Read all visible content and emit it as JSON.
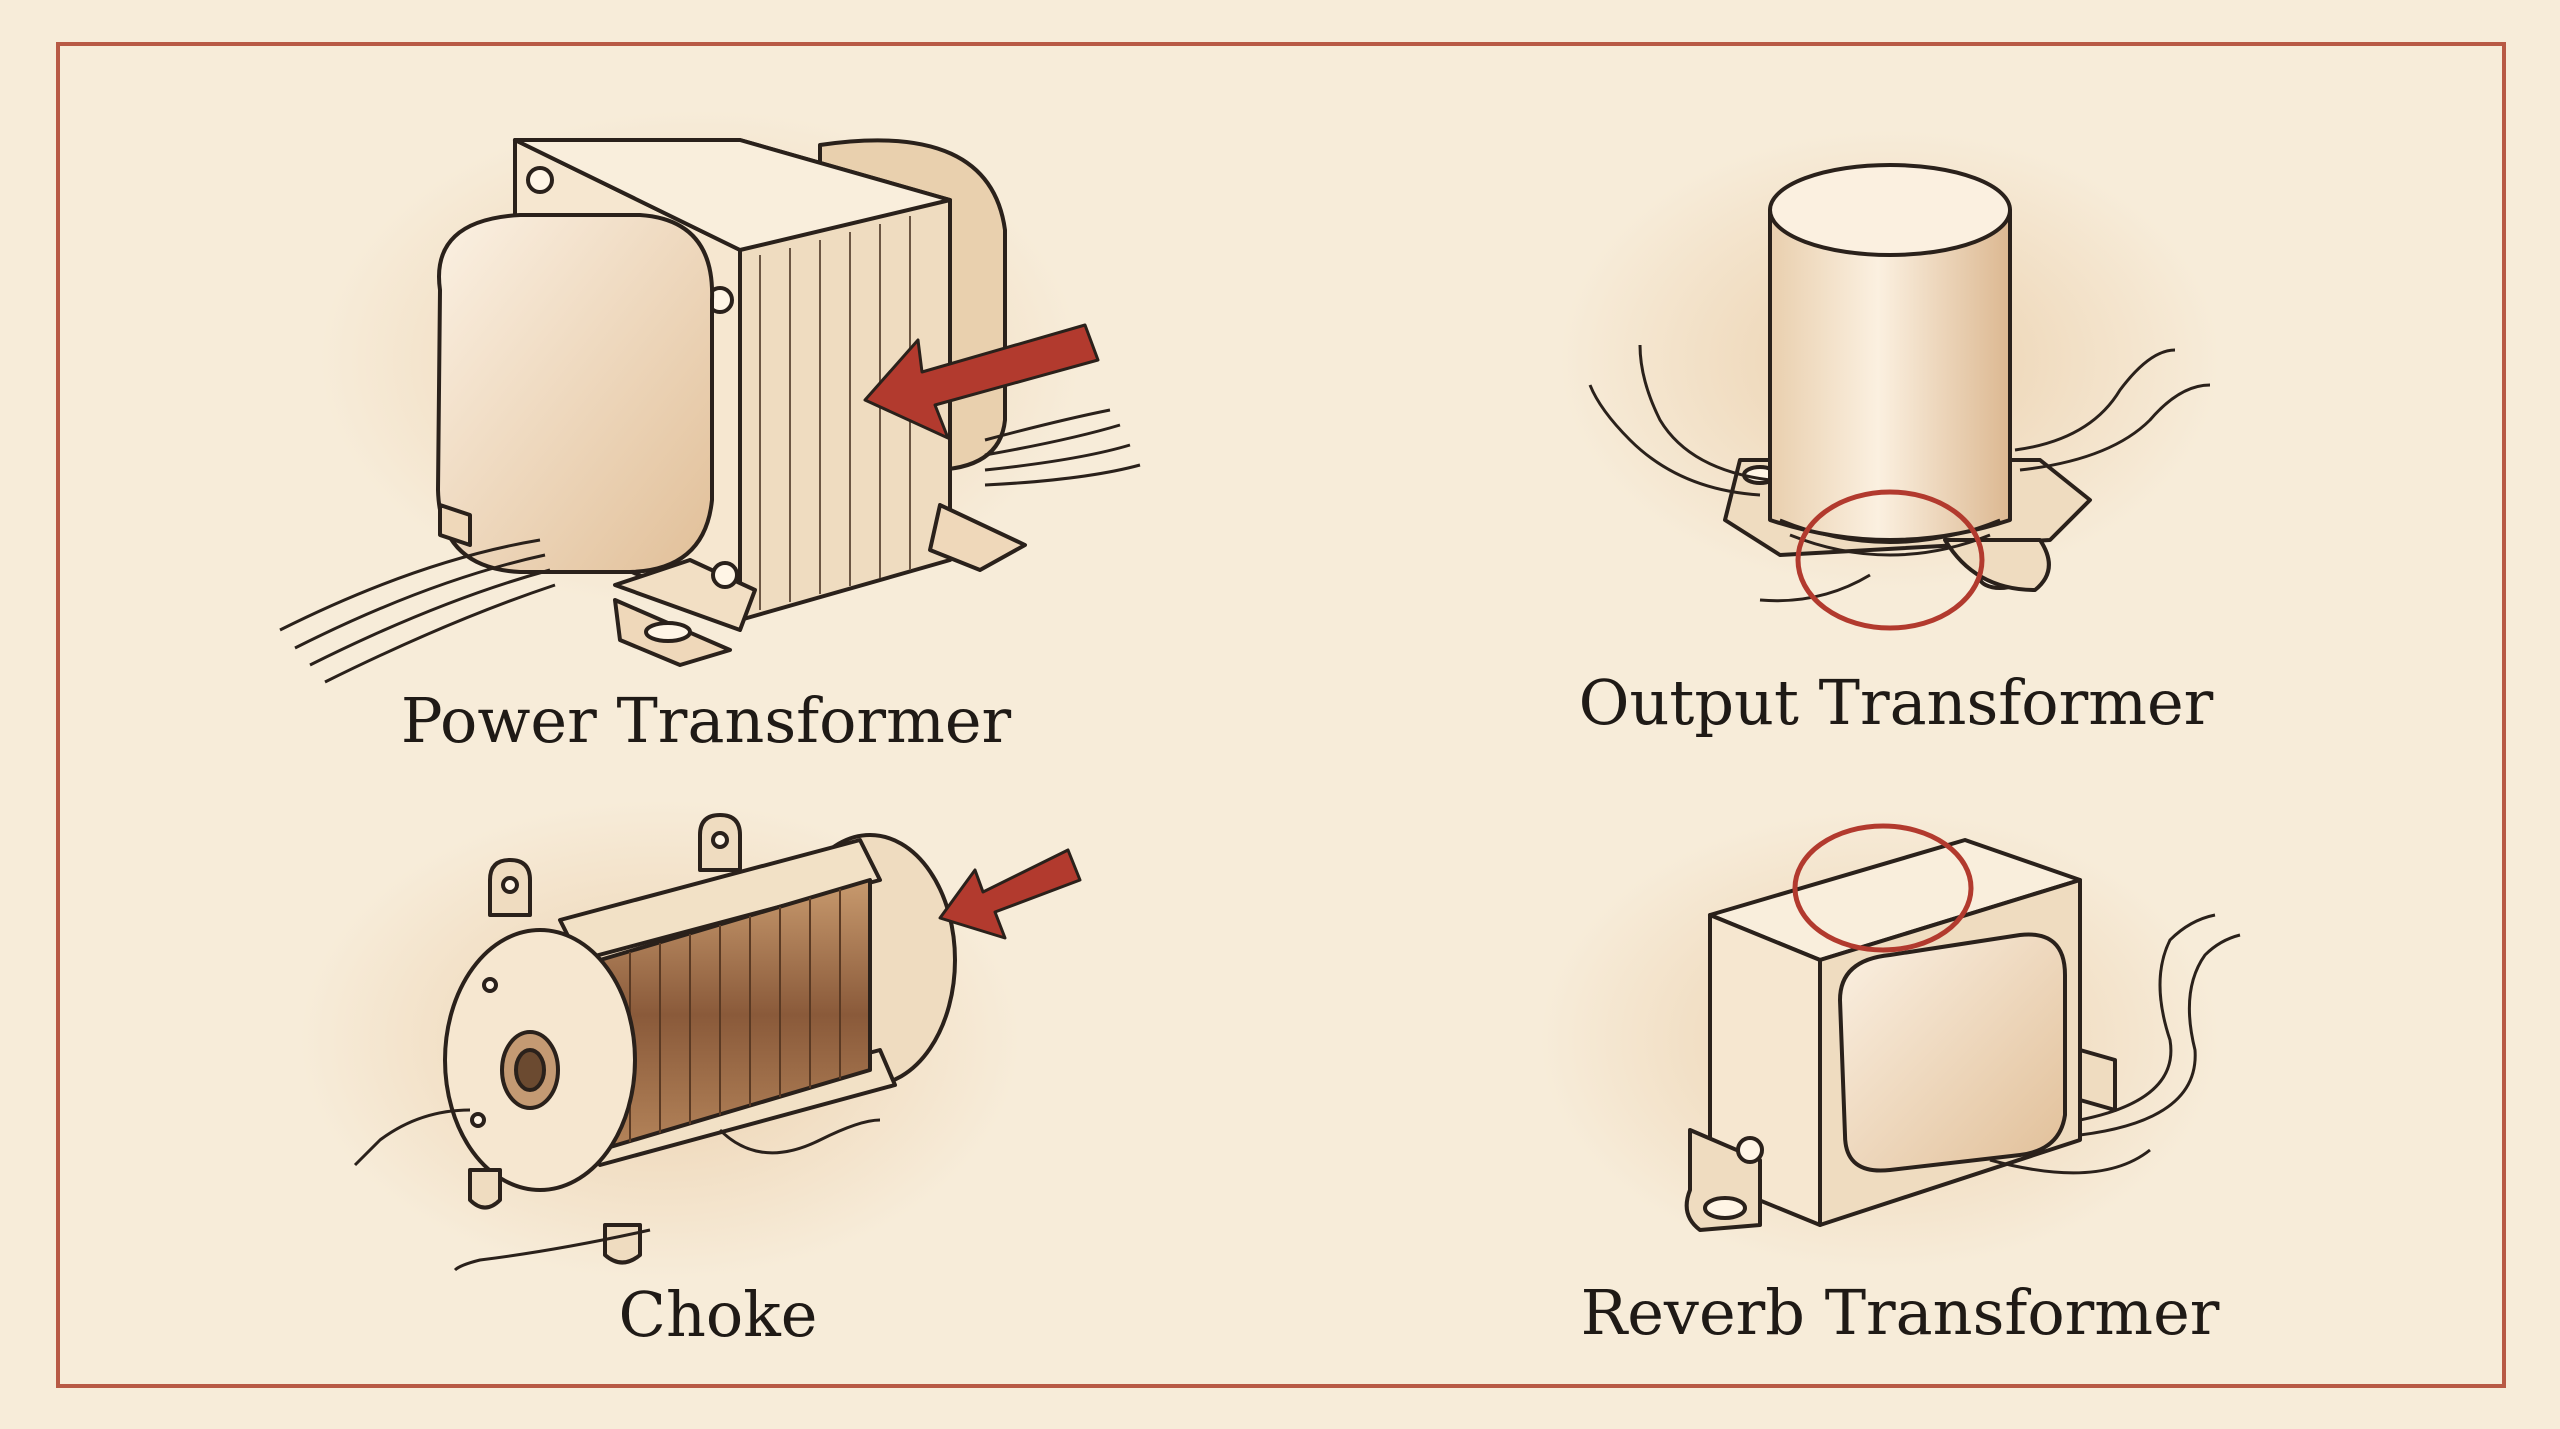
{
  "colors": {
    "paper": "#f7ecd9",
    "frame": "#b85a45",
    "ink": "#2a211b",
    "shade": "#e8cba6",
    "accent": "#b23a2e"
  },
  "labels": {
    "power": "Power Transformer",
    "output": "Output Transformer",
    "choke": "Choke",
    "reverb": "Reverb Transformer"
  },
  "markers": {
    "power": "arrow",
    "output": "circle",
    "choke": "arrow",
    "reverb": "circle"
  }
}
